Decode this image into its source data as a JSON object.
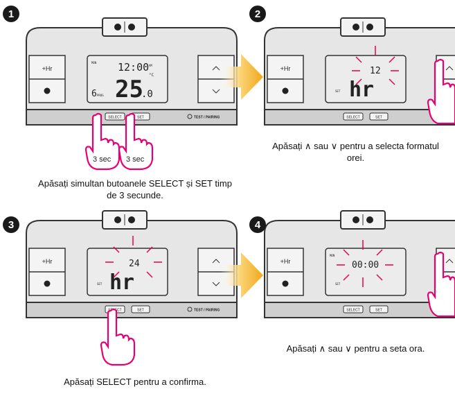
{
  "steps": [
    {
      "number": "1",
      "lcd": {
        "day": "MON",
        "time": "12:00",
        "am": "AM",
        "unit": "°C",
        "temp": "25",
        "temp_dec": ".0",
        "prog_num": "6",
        "prog": "PROG"
      },
      "buttons": {
        "hr": "+Hr",
        "select": "SELECT",
        "set": "SET",
        "test": "TEST / PAIRING"
      },
      "hand_labels": [
        "3 sec",
        "3 sec"
      ],
      "caption": [
        "Apăsați simultan butoanele SELECT și SET timp",
        "de 3 secunde."
      ]
    },
    {
      "number": "2",
      "lcd": {
        "value": "12",
        "unit": "hr",
        "set": "SET"
      },
      "buttons": {
        "hr": "+Hr",
        "select": "SELECT",
        "set": "SET"
      },
      "caption": [
        "Apăsați ∧ sau ∨ pentru a selecta formatul",
        "orei."
      ]
    },
    {
      "number": "3",
      "lcd": {
        "value": "24",
        "unit": "hr",
        "set": "SET"
      },
      "buttons": {
        "hr": "+Hr",
        "select": "SELECT",
        "set": "SET",
        "test": "TEST / PAIRING"
      },
      "caption": [
        "Apăsați SELECT pentru a confirma."
      ]
    },
    {
      "number": "4",
      "lcd": {
        "day": "MON",
        "time": "00:00",
        "set": "SET"
      },
      "buttons": {
        "hr": "+Hr",
        "select": "SELECT",
        "set": "SET"
      },
      "caption": [
        "Apăsați ∧ sau ∨ pentru a seta ora."
      ]
    }
  ],
  "colors": {
    "arrow": "#f5b731",
    "rays": "#e8004b",
    "hand": "#e8006f",
    "body": "#e6e6e6"
  }
}
